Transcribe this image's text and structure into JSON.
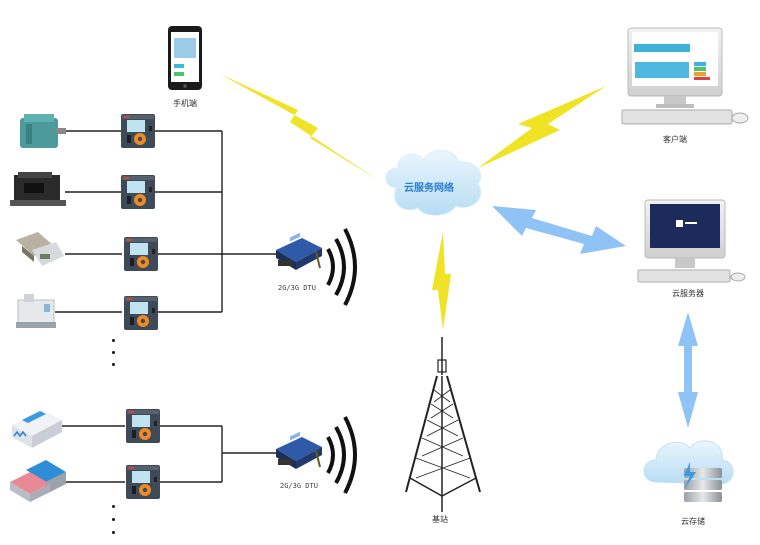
{
  "title": "Cloud monitoring network topology",
  "labels": {
    "mobile": "手机端",
    "client": "客户端",
    "cloud_network": "云服务网络",
    "cloud_server": "云服务器",
    "cloud_storage": "云存储",
    "base_station": "基站",
    "dtu_1": "2G/3G DTU",
    "dtu_2": "2G/3G DTU"
  },
  "groups": [
    {
      "name": "group-1",
      "devices": [
        "motor",
        "generator-set",
        "machinery",
        "transformer"
      ],
      "meters": 4,
      "more": true
    },
    {
      "name": "group-2",
      "devices": [
        "factory-building",
        "warehouse-buildings"
      ],
      "meters": 2,
      "more": true
    }
  ],
  "colors": {
    "lightning": "#f0e224",
    "arrow": "#8fc2f5",
    "wire": "#222222",
    "cloud": "#cfe8f8",
    "cloud_text": "#2a7fd0",
    "screen_blue": "#1c2a5c",
    "meter_body": "#3e4a58"
  }
}
